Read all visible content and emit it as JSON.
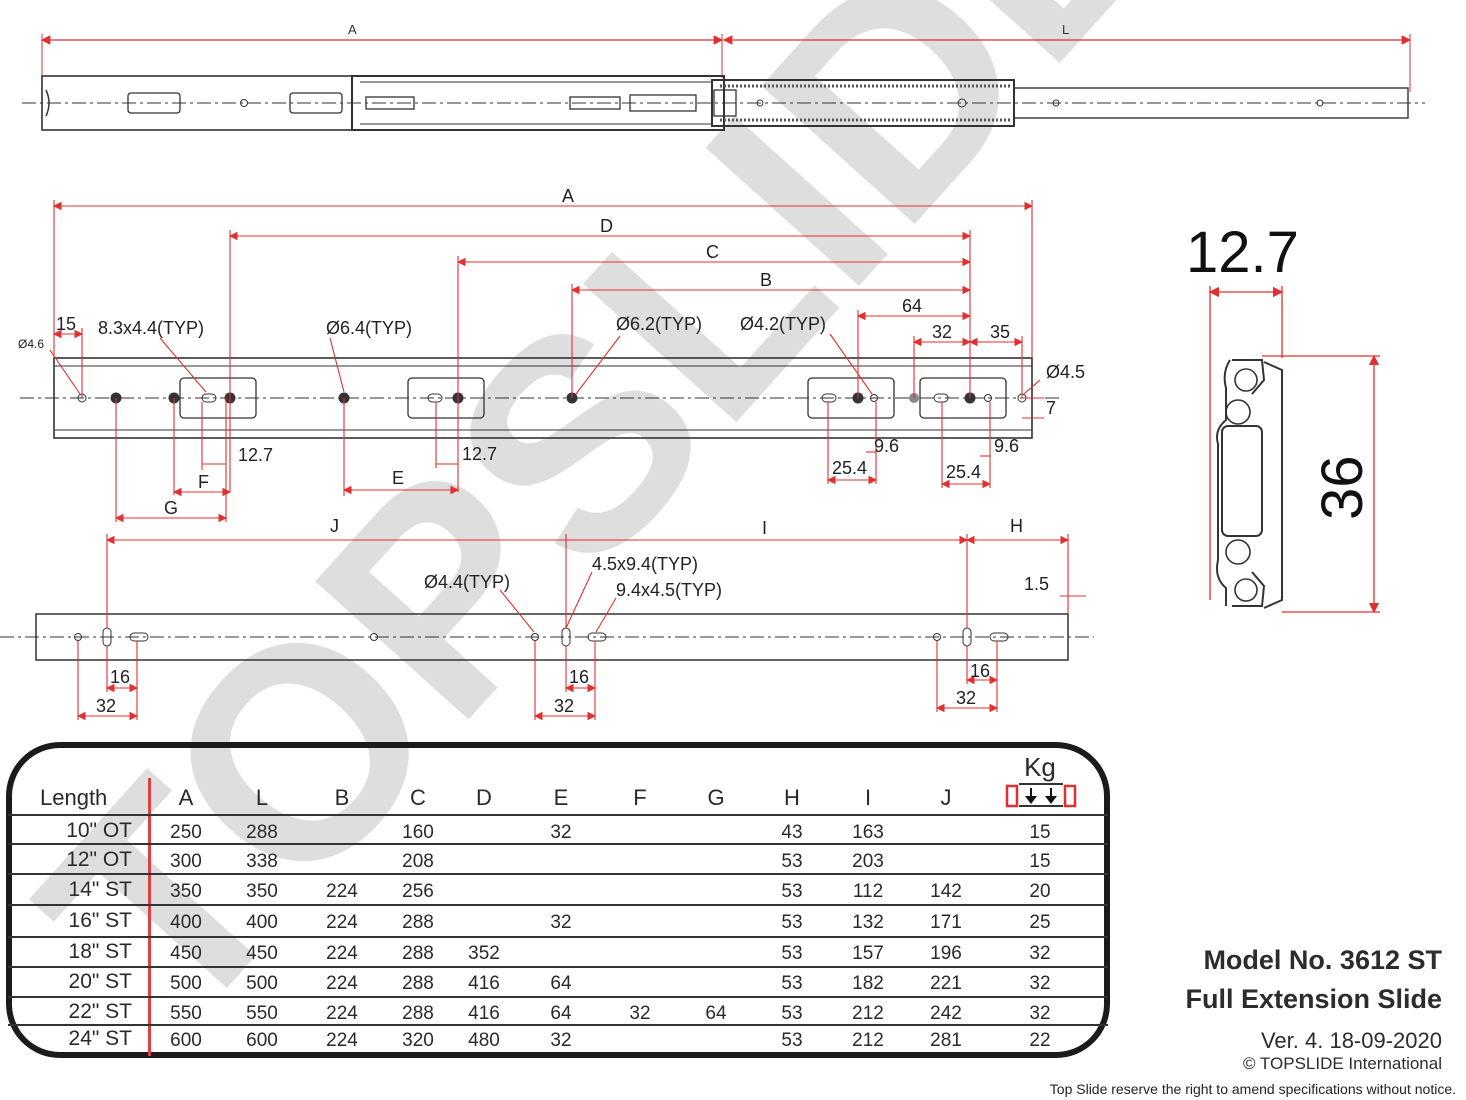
{
  "watermark": "TOPSLIDE",
  "top_view": {
    "dim_A": "A",
    "dim_L": "L"
  },
  "side_view": {
    "dims": {
      "A": "A",
      "D": "D",
      "C": "C",
      "B": "B",
      "d64": "64",
      "d32": "32",
      "d35": "35",
      "d15": "15",
      "d12_7a": "12.7",
      "d12_7b": "12.7",
      "F": "F",
      "G": "G",
      "E": "E",
      "d9_6a": "9.6",
      "d9_6b": "9.6",
      "d25_4a": "25.4",
      "d25_4b": "25.4",
      "d7": "7"
    },
    "callouts": {
      "dia46": "Ø4.6",
      "slot83": "8.3x4.4(TYP)",
      "dia64": "Ø6.4(TYP)",
      "dia62": "Ø6.2(TYP)",
      "dia42": "Ø4.2(TYP)",
      "dia45": "Ø4.5"
    }
  },
  "bottom_view": {
    "dims": {
      "J": "J",
      "I": "I",
      "H": "H",
      "d1_5": "1.5",
      "d16a": "16",
      "d32a": "32",
      "d16b": "16",
      "d32b": "32",
      "d16c": "16",
      "d32c": "32"
    },
    "callouts": {
      "dia44": "Ø4.4(TYP)",
      "slot45": "4.5x9.4(TYP)",
      "slot94": "9.4x4.5(TYP)"
    }
  },
  "cross_section": {
    "width": "12.7",
    "height": "36"
  },
  "table": {
    "headers": [
      "Length",
      "A",
      "L",
      "B",
      "C",
      "D",
      "E",
      "F",
      "G",
      "H",
      "I",
      "J",
      "Kg"
    ],
    "rows": [
      [
        "10\" OT",
        "250",
        "288",
        "",
        "160",
        "",
        "32",
        "",
        "",
        "43",
        "163",
        "",
        "15"
      ],
      [
        "12\" OT",
        "300",
        "338",
        "",
        "208",
        "",
        "",
        "",
        "",
        "53",
        "203",
        "",
        "15"
      ],
      [
        "14\" ST",
        "350",
        "350",
        "224",
        "256",
        "",
        "",
        "",
        "",
        "53",
        "112",
        "142",
        "20"
      ],
      [
        "16\" ST",
        "400",
        "400",
        "224",
        "288",
        "",
        "32",
        "",
        "",
        "53",
        "132",
        "171",
        "25"
      ],
      [
        "18\" ST",
        "450",
        "450",
        "224",
        "288",
        "352",
        "",
        "",
        "",
        "53",
        "157",
        "196",
        "32"
      ],
      [
        "20\" ST",
        "500",
        "500",
        "224",
        "288",
        "416",
        "64",
        "",
        "",
        "53",
        "182",
        "221",
        "32"
      ],
      [
        "22\"  ST",
        "550",
        "550",
        "224",
        "288",
        "416",
        "64",
        "32",
        "64",
        "53",
        "212",
        "242",
        "32"
      ],
      [
        "24\"  ST",
        "600",
        "600",
        "224",
        "320",
        "480",
        "32",
        "",
        "",
        "53",
        "212",
        "281",
        "22"
      ]
    ]
  },
  "info": {
    "model": "Model No. 3612 ST",
    "subtitle": "Full Extension Slide",
    "version": "Ver. 4. 18-09-2020",
    "copyright": "© TOPSLIDE International",
    "notice": "Top Slide reserve the right to amend specifications without notice."
  },
  "colors": {
    "dimension": "#e03030",
    "outline": "#333333",
    "watermark": "#d0d0d0"
  }
}
